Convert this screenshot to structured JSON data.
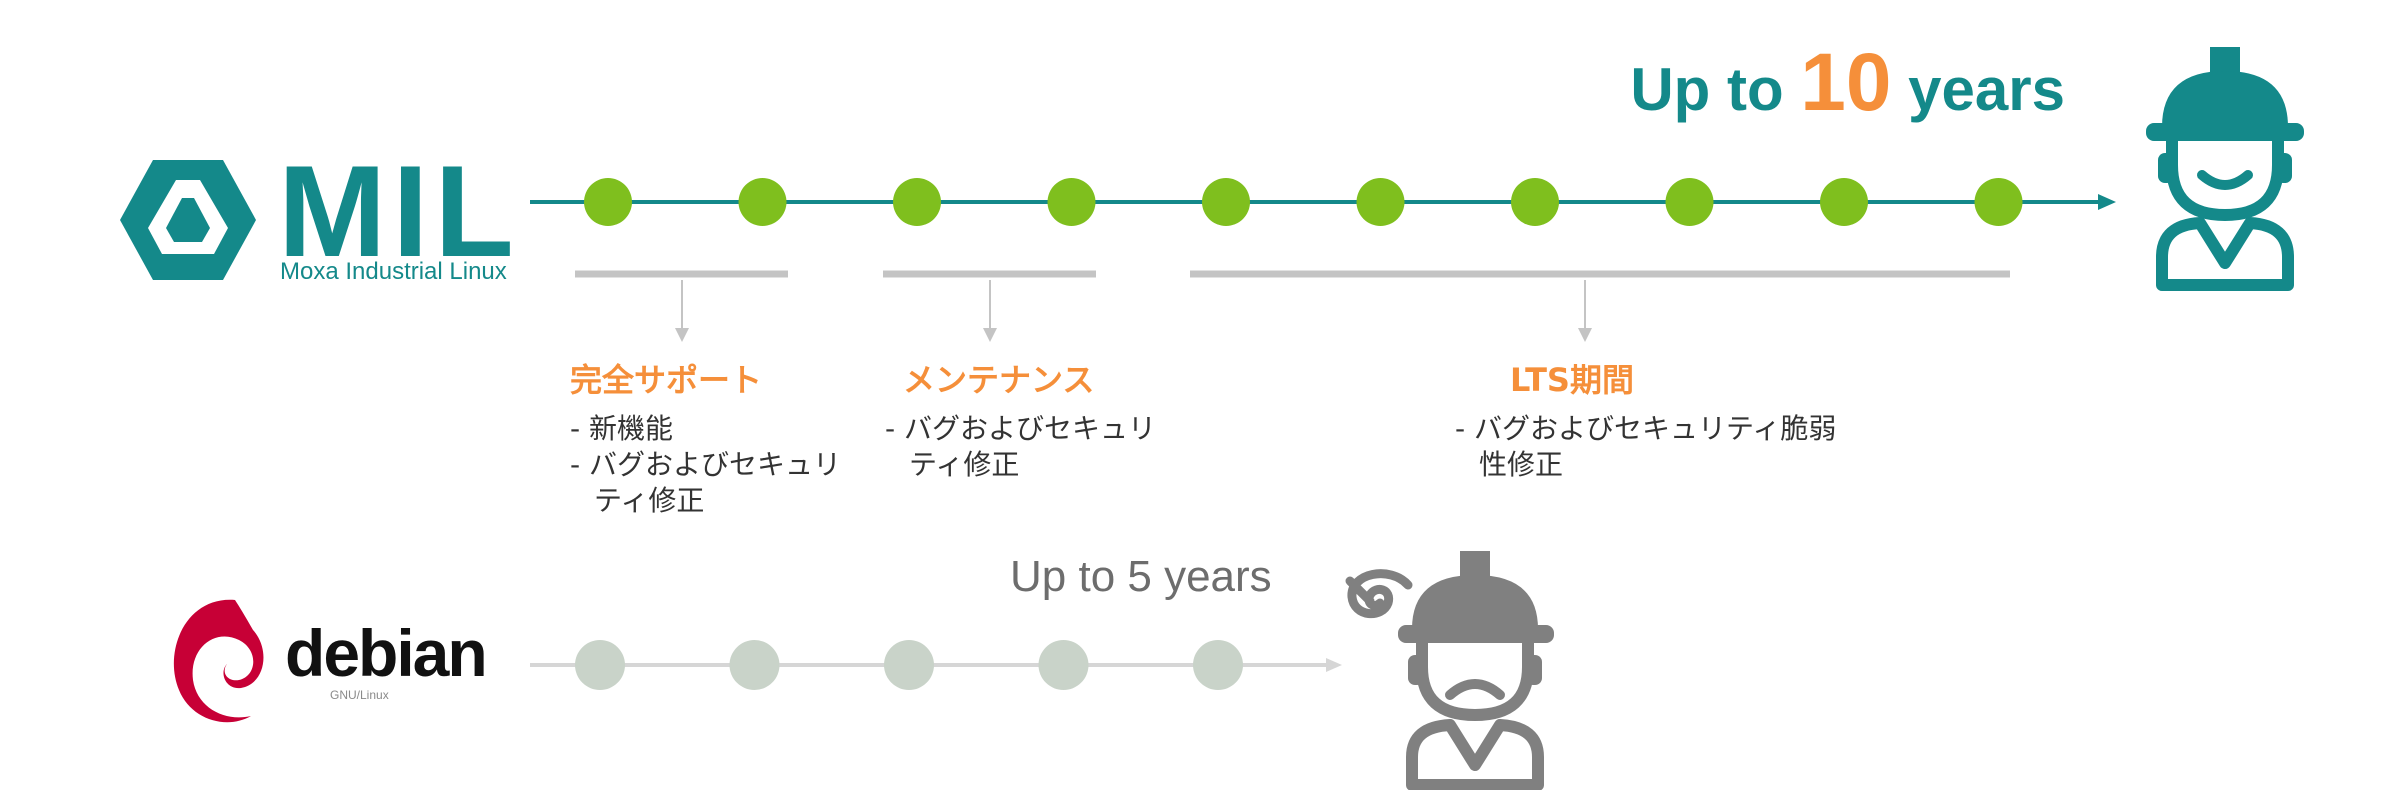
{
  "mil": {
    "logo_text": "MIL",
    "logo_subtitle": "Moxa Industrial Linux",
    "headline_prefix": "Up to",
    "headline_number": "10",
    "headline_suffix": "years",
    "milestone_count": 10
  },
  "phases": [
    {
      "title": "完全サポート",
      "items": [
        "新機能",
        "バグおよびセキュリティ修正"
      ]
    },
    {
      "title": "メンテナンス",
      "items": [
        "バグおよびセキュリティ修正"
      ]
    },
    {
      "title": "LTS期間",
      "items": [
        "バグおよびセキュリティ脆弱性修正"
      ]
    }
  ],
  "debian": {
    "logo_text": "debian",
    "logo_subtitle": "GNU/Linux",
    "headline": "Up to 5 years",
    "milestone_count": 5
  },
  "colors": {
    "teal": "#14898a",
    "orange": "#f58f3a",
    "green_dot": "#7fbf1e",
    "grey_dot": "#c9d3c9",
    "grey_line": "#c4c4c4",
    "debian_red": "#c70036",
    "worker_grey": "#808080"
  },
  "icons": {
    "happy_worker": "happy-worker-icon",
    "worried_worker": "worried-worker-icon",
    "debian_swirl": "debian-swirl-icon",
    "mil_emblem": "mil-hexagon-icon"
  }
}
